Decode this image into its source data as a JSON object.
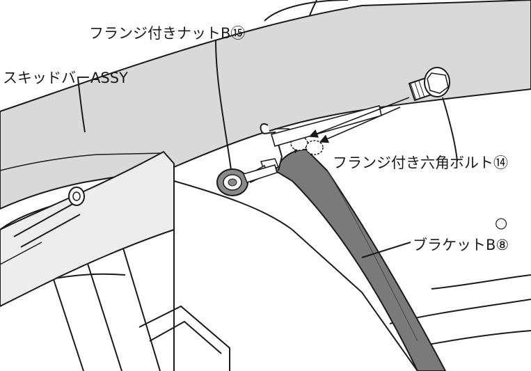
{
  "labels": {
    "flange_nut": "フランジ付きナットB⑮",
    "skid_bar": "スキッドバーASSY",
    "flange_bolt": "フランジ付き六角ボルト⑭",
    "marker": "○",
    "bracket": "ブラケットB⑧"
  },
  "colors": {
    "outline": "#1a1a1a",
    "skid_bar_fill": "#d9d9d9",
    "bracket_fill": "#7a7a7a",
    "background": "#ffffff"
  },
  "icons": {
    "arrow": "arrow-icon",
    "nut": "nut-icon",
    "bolt": "bolt-icon"
  }
}
